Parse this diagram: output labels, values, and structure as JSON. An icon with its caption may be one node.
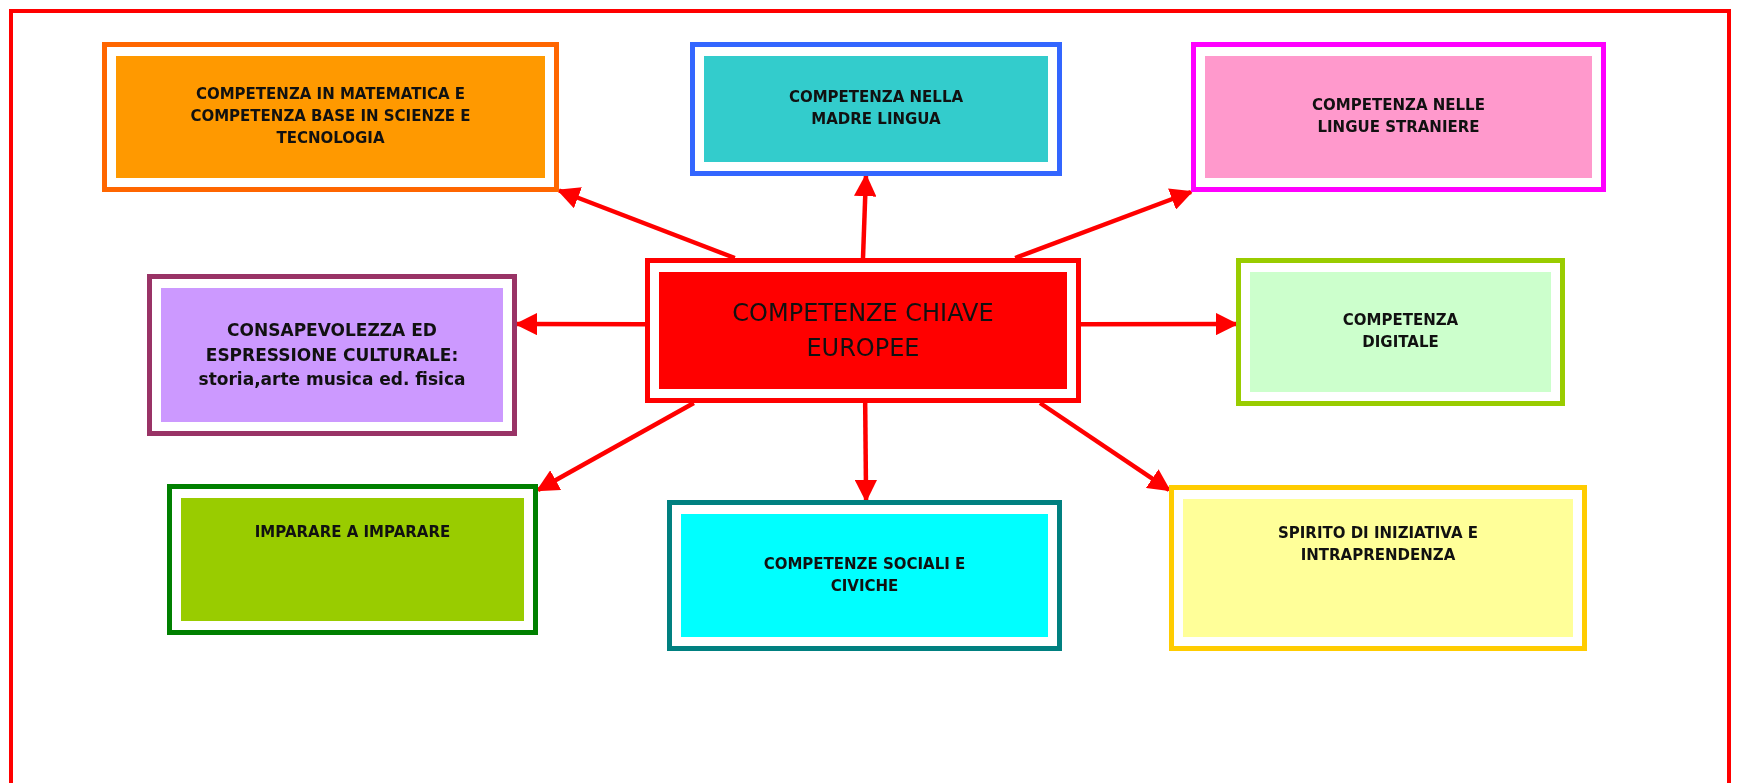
{
  "diagram": {
    "nodes": [
      {
        "text": [
          "COMPETENZE CHIAVE EUROPEE"
        ]
      },
      {
        "text": [
          "COMPETENZA IN MATEMATICA E COMPETENZA BASE IN SCIENZE E TECNOLOGIA"
        ]
      },
      {
        "text": [
          "COMPETENZA NELLA MADRE LINGUA"
        ]
      },
      {
        "text": [
          "COMPETENZA NELLE LINGUE STRANIERE"
        ]
      },
      {
        "text": [
          "CONSAPEVOLEZZA ED ESPRESSIONE CULTURALE: storia,arte musica ed. fisica"
        ]
      },
      {
        "text": [
          "COMPETENZA DIGITALE"
        ]
      },
      {
        "text": [
          "IMPARARE A IMPARARE"
        ]
      },
      {
        "text": [
          "COMPETENZE SOCIALI E CIVICHE"
        ]
      },
      {
        "text": [
          "SPIRITO DI INIZIATIVA E INTRAPRENDENZA"
        ]
      }
    ],
    "edges": [
      {
        "from": 0,
        "to": 1,
        "arrow": "to"
      },
      {
        "from": 0,
        "to": 2,
        "arrow": "to"
      },
      {
        "from": 0,
        "to": 3,
        "arrow": "to"
      },
      {
        "from": 0,
        "to": 4,
        "arrow": "to"
      },
      {
        "from": 0,
        "to": 5,
        "arrow": "to"
      },
      {
        "from": 0,
        "to": 6,
        "arrow": "to"
      },
      {
        "from": 0,
        "to": 7,
        "arrow": "to"
      },
      {
        "from": 0,
        "to": 8,
        "arrow": "to"
      }
    ]
  }
}
